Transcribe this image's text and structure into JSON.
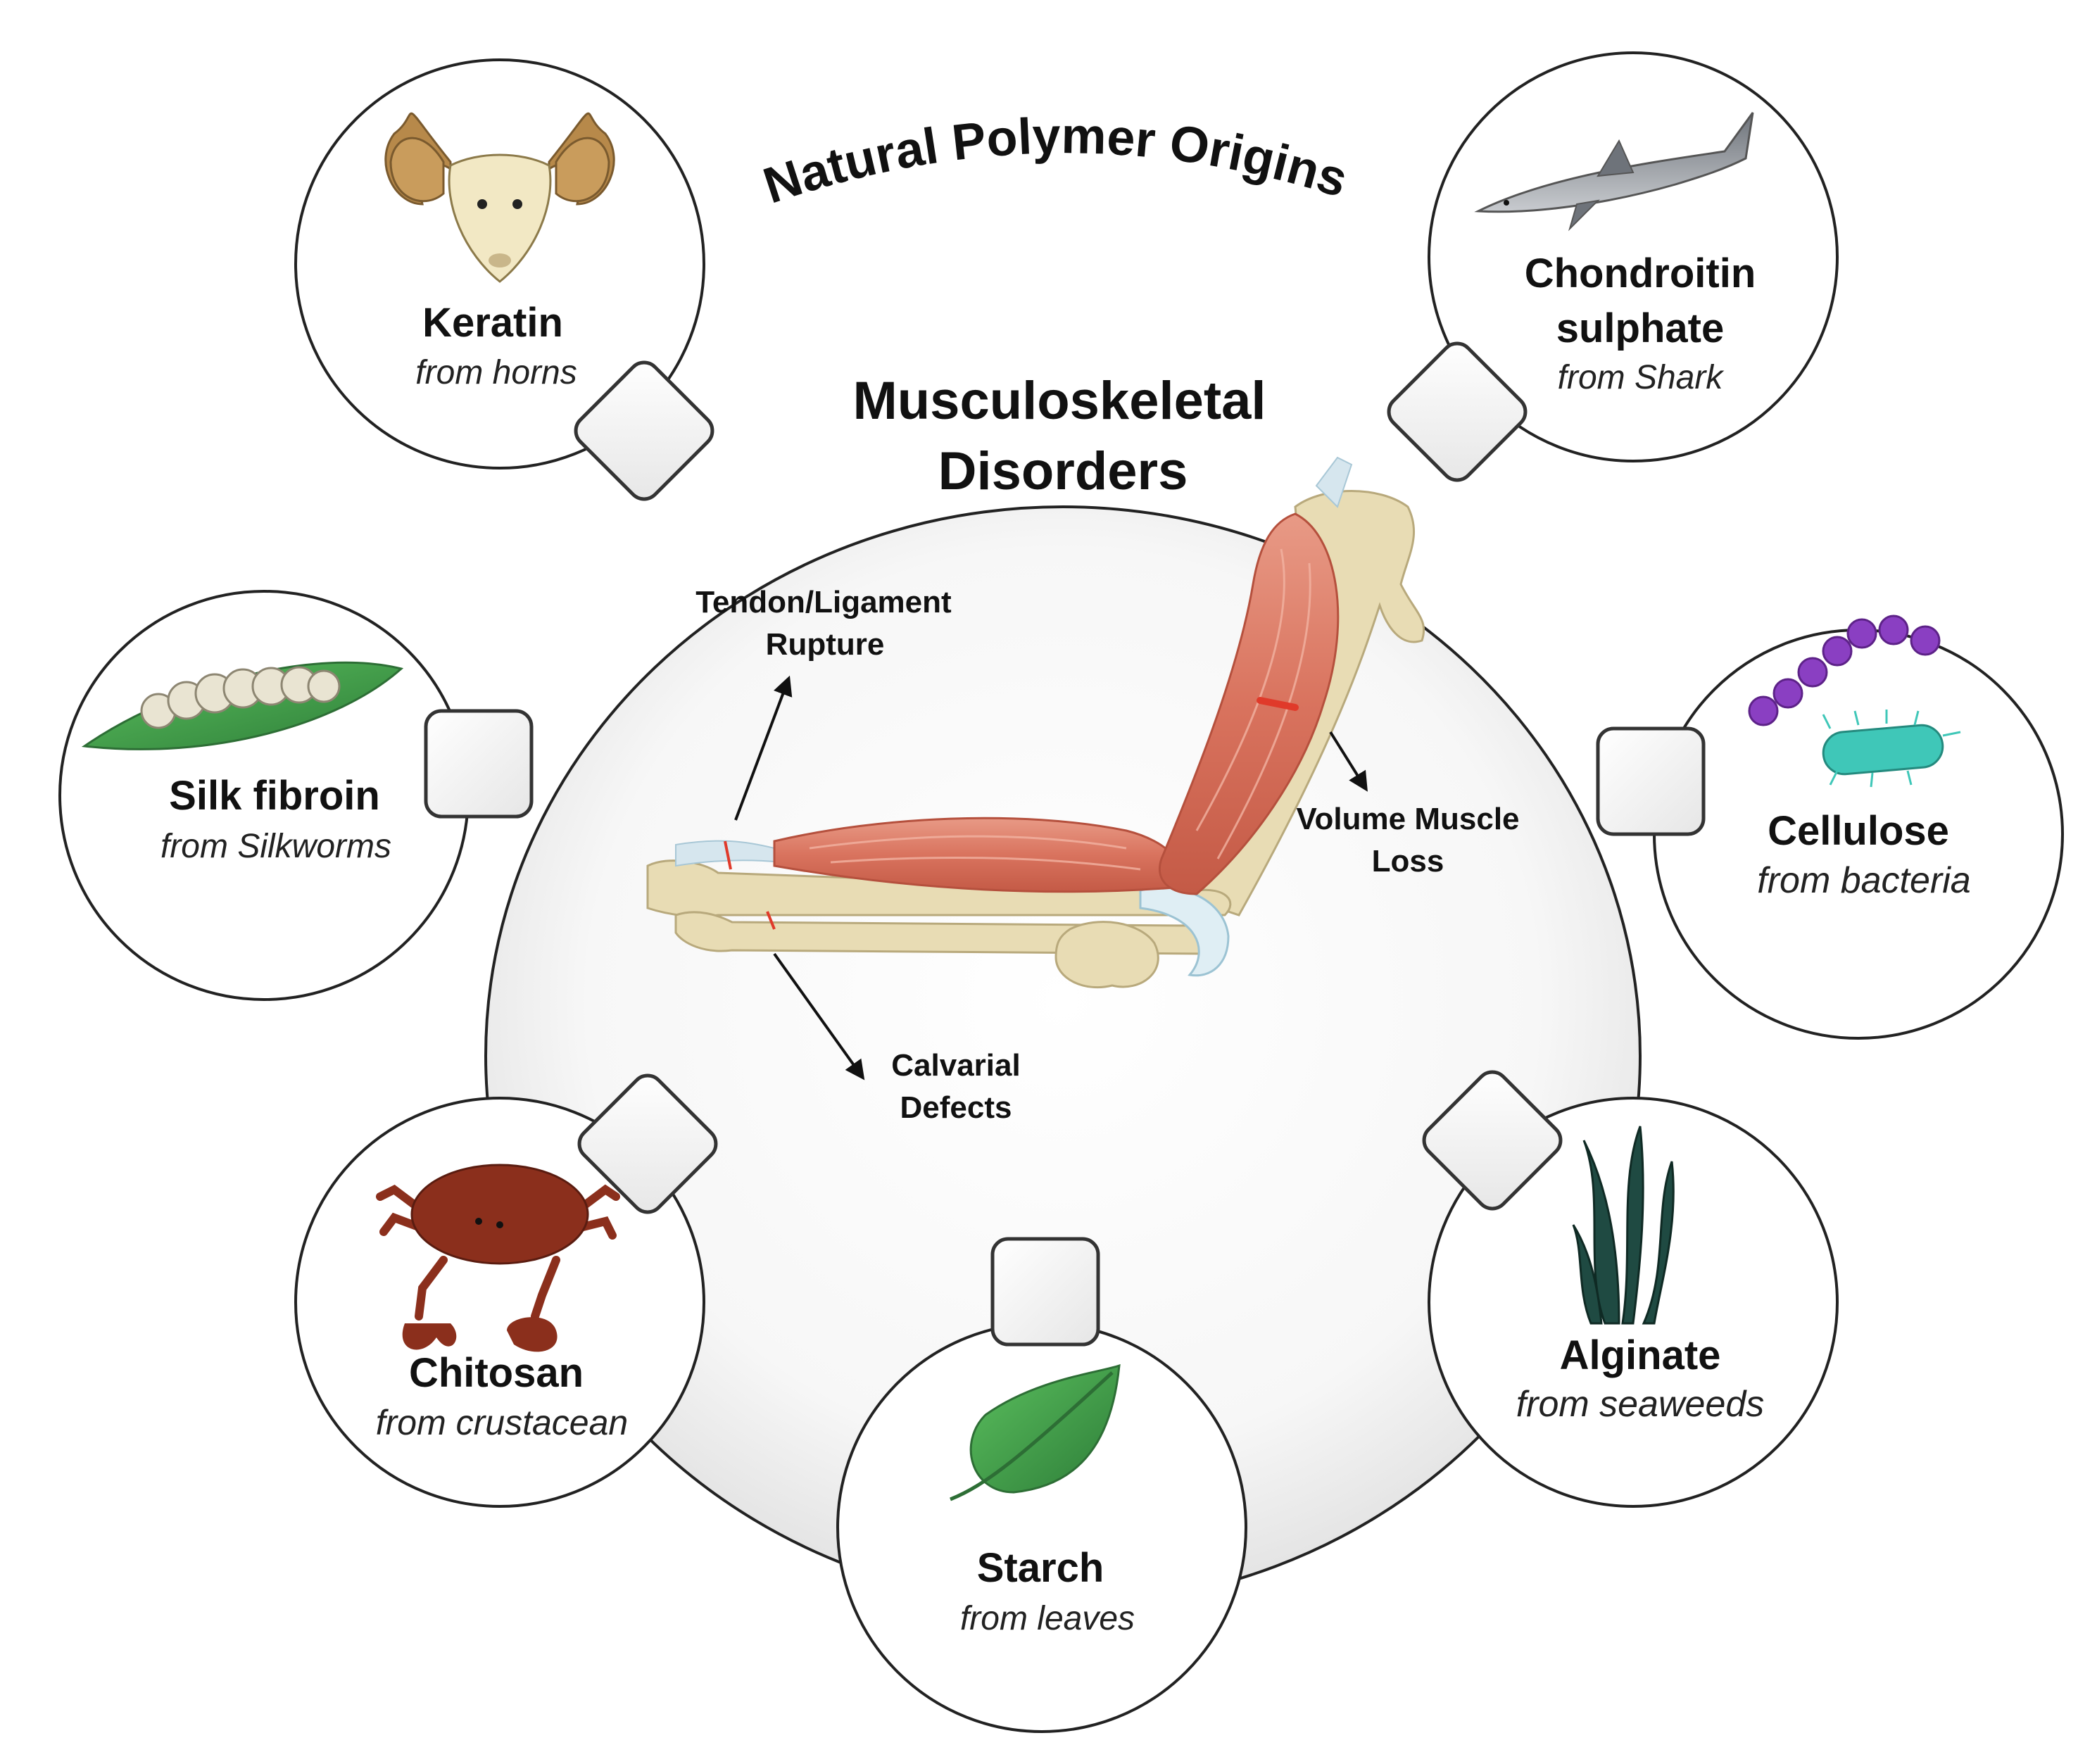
{
  "title": "Natural Polymer Origins",
  "center": {
    "title_line1": "Musculoskeletal",
    "title_line2": "Disorders",
    "conditions": [
      {
        "line1": "Tendon/Ligament",
        "line2": "Rupture"
      },
      {
        "line1": "Volume Muscle",
        "line2": "Loss"
      },
      {
        "line1": "Calvarial",
        "line2": "Defects"
      }
    ]
  },
  "sources": [
    {
      "name": "Keratin",
      "origin": "from horns",
      "icon": "ram-head-icon"
    },
    {
      "name_line1": "Chondroitin",
      "name_line2": "sulphate",
      "origin": "from Shark",
      "icon": "shark-icon"
    },
    {
      "name": "Silk fibroin",
      "origin": "from Silkworms",
      "icon": "silkworm-on-leaf-icon"
    },
    {
      "name": "Cellulose",
      "origin": "from bacteria",
      "icon": "bacteria-icon"
    },
    {
      "name": "Chitosan",
      "origin": "from crustacean",
      "icon": "crab-icon"
    },
    {
      "name": "Alginate",
      "origin": "from seaweeds",
      "icon": "seaweed-icon"
    },
    {
      "name": "Starch",
      "origin": "from leaves",
      "icon": "leaf-icon"
    }
  ],
  "colors": {
    "muscle": "#d9735e",
    "bone": "#e8dcb4",
    "leaf": "#3f9a48",
    "bacteria_purple": "#8a3fc2",
    "bacteria_teal": "#3fc7b8",
    "crab": "#8b2f1c",
    "seaweed": "#1f4a42",
    "shark": "#8c9196",
    "horn": "#b7894a",
    "injury_red": "#e03a2a"
  }
}
